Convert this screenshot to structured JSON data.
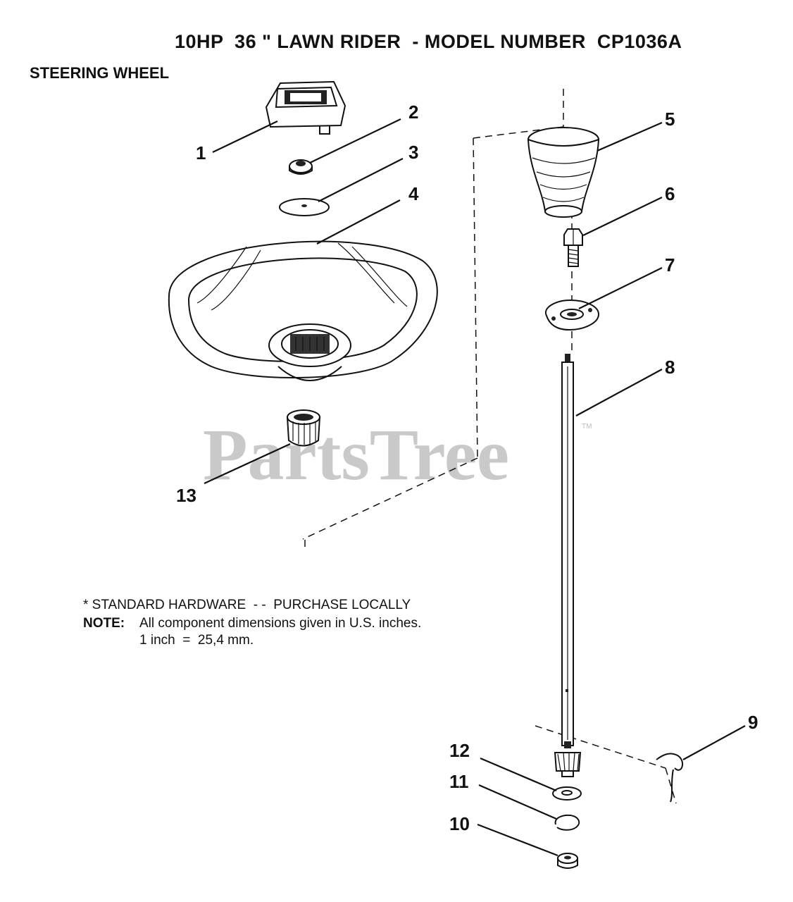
{
  "header": {
    "title": "10HP  36 \" LAWN RIDER  - MODEL NUMBER  CP1036A",
    "section": "STEERING WHEEL"
  },
  "callouts": [
    "1",
    "2",
    "3",
    "4",
    "5",
    "6",
    "7",
    "8",
    "9",
    "10",
    "11",
    "12",
    "13"
  ],
  "notes": {
    "standard_hardware": "* STANDARD HARDWARE  - -  PURCHASE LOCALLY",
    "note_label": "NOTE:",
    "note_line1": "All component dimensions given in U.S. inches.",
    "note_line2": "1 inch  =  25,4 mm."
  },
  "watermark": {
    "text": "PartsTree",
    "trademark": "TM"
  }
}
